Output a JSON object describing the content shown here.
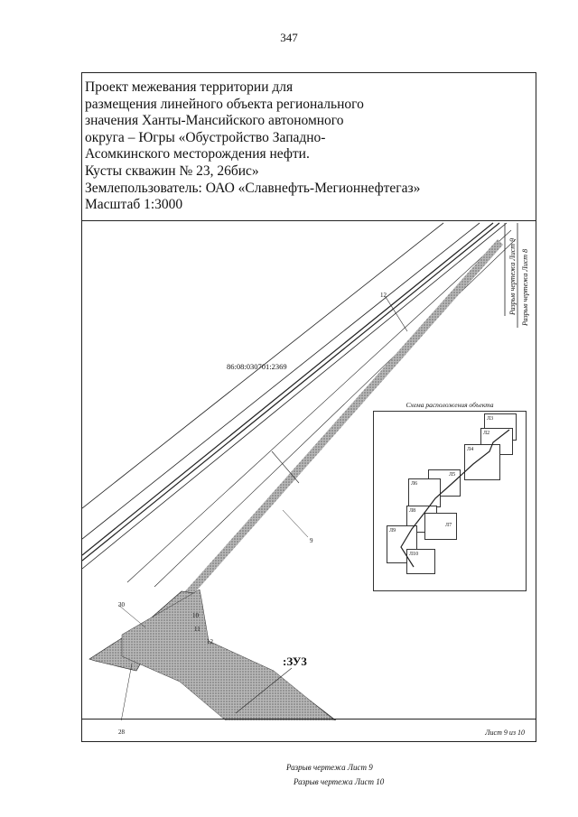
{
  "page_number": "347",
  "header": {
    "lines": [
      "Проект межевания территории для",
      "размещения линейного объекта регионального",
      "значения Ханты-Мансийского автономного",
      "округа – Югры «Обустройство Западно-",
      "Асомкинского месторождения нефти.",
      "Кусты скважин № 23, 26бис»",
      "Землепользователь: ОАО «Славнефть-Мегионнефтегаз»",
      "Масштаб 1:3000"
    ]
  },
  "map": {
    "cadastral_number": "86:08:030701:2369",
    "parcel_label": ":ЗУ3",
    "point_labels": [
      "12",
      "9",
      "30",
      "10",
      "11",
      "12",
      "28"
    ],
    "break_lines": {
      "sheet9": "Разрыв чертежа Лист 9",
      "sheet10": "Разрыв чертежа Лист 10",
      "vertical_sheet9": "Разрыв чертежа Лист 9",
      "vertical_sheet8": "Разрыв чертежа Лист 8"
    },
    "colors": {
      "ink": "#222222",
      "parcel_fill": "#9a9a9a"
    }
  },
  "scheme": {
    "title": "Схема расположения объекта",
    "sheets": [
      "Л3",
      "Л2",
      "Л4",
      "Л5",
      "Л6",
      "Л8",
      "Л7",
      "Л9",
      "Л10"
    ]
  },
  "footer": {
    "sheet": "Лист 9 из 10"
  }
}
